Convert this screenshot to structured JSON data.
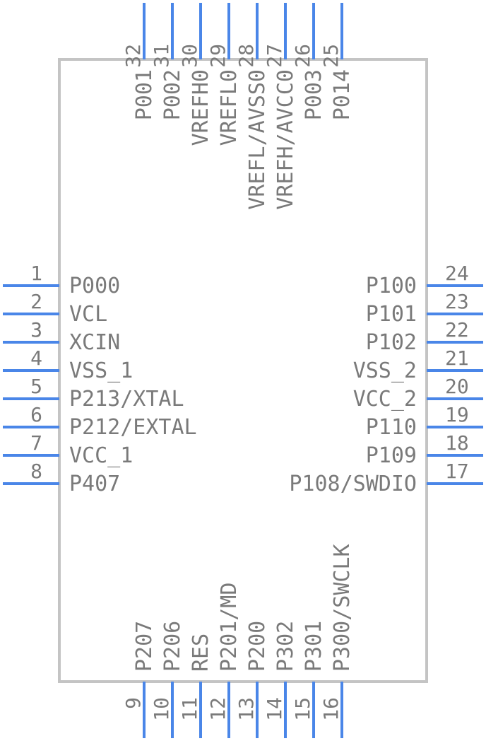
{
  "component": {
    "left_pins": [
      {
        "number": "1",
        "name": "P000"
      },
      {
        "number": "2",
        "name": "VCL"
      },
      {
        "number": "3",
        "name": "XCIN"
      },
      {
        "number": "4",
        "name": "VSS_1"
      },
      {
        "number": "5",
        "name": "P213/XTAL"
      },
      {
        "number": "6",
        "name": "P212/EXTAL"
      },
      {
        "number": "7",
        "name": "VCC_1"
      },
      {
        "number": "8",
        "name": "P407"
      }
    ],
    "bottom_pins": [
      {
        "number": "9",
        "name": "P207"
      },
      {
        "number": "10",
        "name": "P206"
      },
      {
        "number": "11",
        "name": "RES"
      },
      {
        "number": "12",
        "name": "P201/MD"
      },
      {
        "number": "13",
        "name": "P200"
      },
      {
        "number": "14",
        "name": "P302"
      },
      {
        "number": "15",
        "name": "P301"
      },
      {
        "number": "16",
        "name": "P300/SWCLK"
      }
    ],
    "right_pins": [
      {
        "number": "24",
        "name": "P100"
      },
      {
        "number": "23",
        "name": "P101"
      },
      {
        "number": "22",
        "name": "P102"
      },
      {
        "number": "21",
        "name": "VSS_2"
      },
      {
        "number": "20",
        "name": "VCC_2"
      },
      {
        "number": "19",
        "name": "P110"
      },
      {
        "number": "18",
        "name": "P109"
      },
      {
        "number": "17",
        "name": "P108/SWDIO"
      }
    ],
    "top_pins": [
      {
        "number": "32",
        "name": "P001"
      },
      {
        "number": "31",
        "name": "P002"
      },
      {
        "number": "30",
        "name": "VREFH0"
      },
      {
        "number": "29",
        "name": "VREFL0"
      },
      {
        "number": "28",
        "name": "VREFL/AVSS0"
      },
      {
        "number": "27",
        "name": "VREFH/AVCC0"
      },
      {
        "number": "26",
        "name": "P003"
      },
      {
        "number": "25",
        "name": "P014"
      }
    ],
    "colors": {
      "pin": "#4a86e8",
      "outline": "#c4c4c4",
      "text": "#7a7a7a"
    }
  }
}
